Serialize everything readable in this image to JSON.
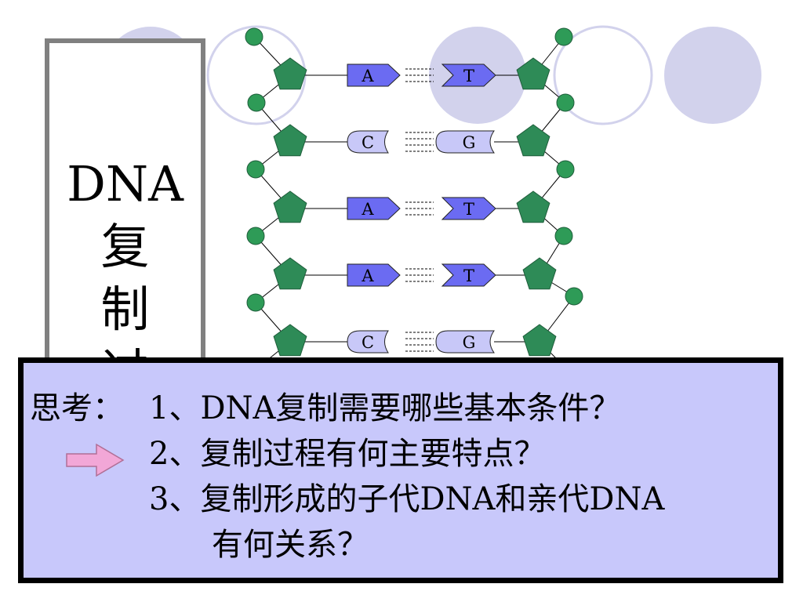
{
  "slide": {
    "title_chars": [
      "DNA",
      "复",
      "制",
      "过"
    ]
  },
  "bases": {
    "left": [
      "A",
      "C",
      "A",
      "A",
      "C"
    ],
    "right": [
      "T",
      "G",
      "T",
      "T",
      "G"
    ]
  },
  "questions": {
    "prefix": "思考：",
    "lines": [
      "1、DNA复制需要哪些基本条件？",
      "2、复制过程有何主要特点？",
      "3、复制形成的子代DNA和亲代DNA",
      "有何关系？"
    ]
  },
  "colors": {
    "purine_blue": "#6b6bf2",
    "pyrimidine_light": "#c8c8f8",
    "pentagon_green": "#2e8b57",
    "circle_green": "#2e9b57",
    "bg_circle": "#d2d2ec",
    "panel_bg": "#c8c8fb",
    "arrow_pink": "#f2a7d7"
  },
  "icons": [
    "arrow-right-icon"
  ]
}
